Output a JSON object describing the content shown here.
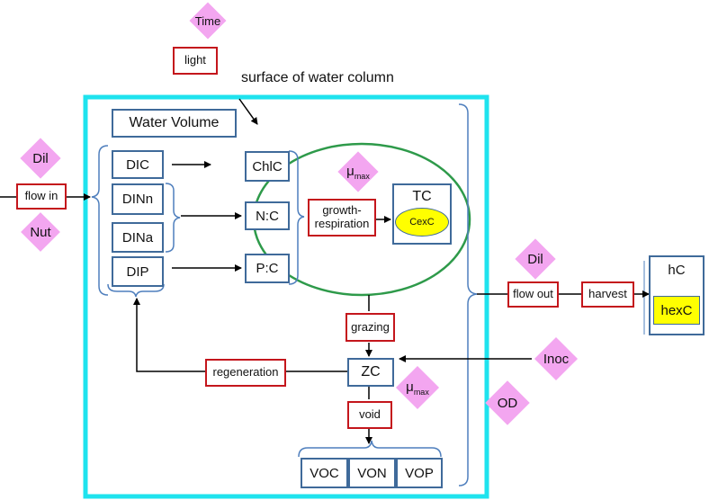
{
  "diagram": {
    "surface_label": "surface of water column",
    "water_volume": "Water Volume",
    "nodes": {
      "time": "Time",
      "light": "light",
      "dil_in": "Dil",
      "flow_in": "flow in",
      "nut": "Nut",
      "dic": "DIC",
      "dinn": "DINn",
      "dina": "DINa",
      "dip": "DIP",
      "chlc": "ChlC",
      "nc": "N:C",
      "pc": "P:C",
      "mu_max_top": "μ",
      "mu_max_top_sub": "max",
      "growth_respiration": "growth-\nrespiration",
      "tc": "TC",
      "cexc": "CexC",
      "grazing": "grazing",
      "regeneration": "regeneration",
      "zc": "ZC",
      "mu_max_zc": "μ",
      "mu_max_zc_sub": "max",
      "void": "void",
      "voc": "VOC",
      "von": "VON",
      "vop": "VOP",
      "dil_out": "Dil",
      "flow_out": "flow out",
      "harvest": "harvest",
      "hc": "hC",
      "hexc": "hexC",
      "inoc": "Inoc",
      "od": "OD"
    },
    "colors": {
      "water_column_border": "#1ee3ee",
      "cell_ellipse": "#2e9a4a",
      "blue_box": "#3f6a9a",
      "red_box": "#c4161c",
      "diamond": "#f3a6f0",
      "yellow_fill": "#ffff00"
    }
  }
}
